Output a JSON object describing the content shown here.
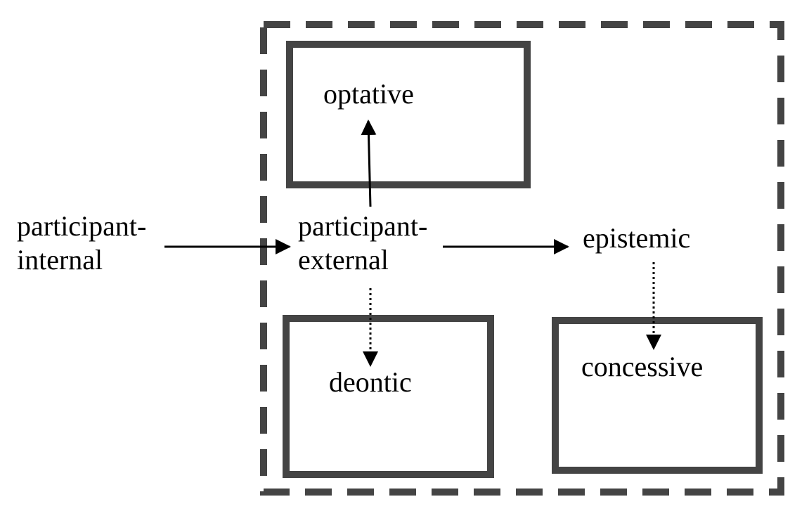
{
  "diagram": {
    "nodes": {
      "participant_internal": {
        "line1": "participant-",
        "line2": "internal"
      },
      "participant_external": {
        "line1": "participant-",
        "line2": "external"
      },
      "optative": {
        "label": "optative"
      },
      "deontic": {
        "label": "deontic"
      },
      "epistemic": {
        "label": "epistemic"
      },
      "concessive": {
        "label": "concessive"
      }
    },
    "edges": [
      {
        "from": "participant-internal",
        "to": "participant-external",
        "style": "solid"
      },
      {
        "from": "participant-external",
        "to": "epistemic",
        "style": "solid"
      },
      {
        "from": "participant-external",
        "to": "optative",
        "style": "solid"
      },
      {
        "from": "participant-external",
        "to": "deontic",
        "style": "dotted"
      },
      {
        "from": "epistemic",
        "to": "concessive",
        "style": "dotted"
      }
    ],
    "colors": {
      "box_stroke": "#444444",
      "arrow": "#000000",
      "text": "#000000",
      "background": "#ffffff"
    }
  }
}
